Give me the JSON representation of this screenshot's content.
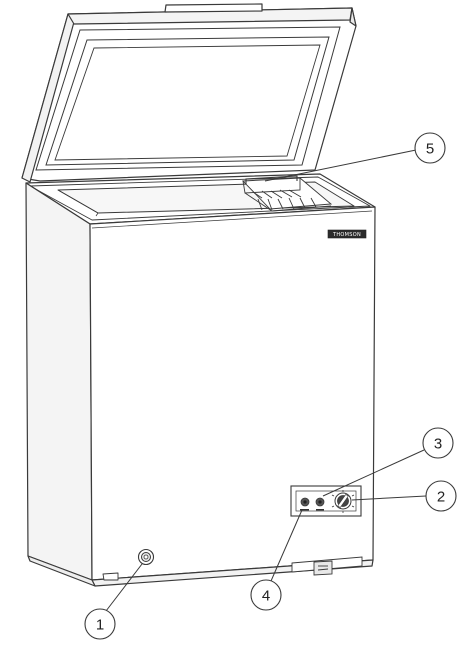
{
  "brand": "THOMSON",
  "callouts": [
    {
      "id": "1",
      "label": "1"
    },
    {
      "id": "2",
      "label": "2"
    },
    {
      "id": "3",
      "label": "3"
    },
    {
      "id": "4",
      "label": "4"
    },
    {
      "id": "5",
      "label": "5"
    }
  ],
  "colors": {
    "stroke": "#3a3a3a",
    "body_fill": "#ffffff",
    "shadow_fill": "#f4f4f4",
    "badge_fill": "#2b2b2b"
  }
}
